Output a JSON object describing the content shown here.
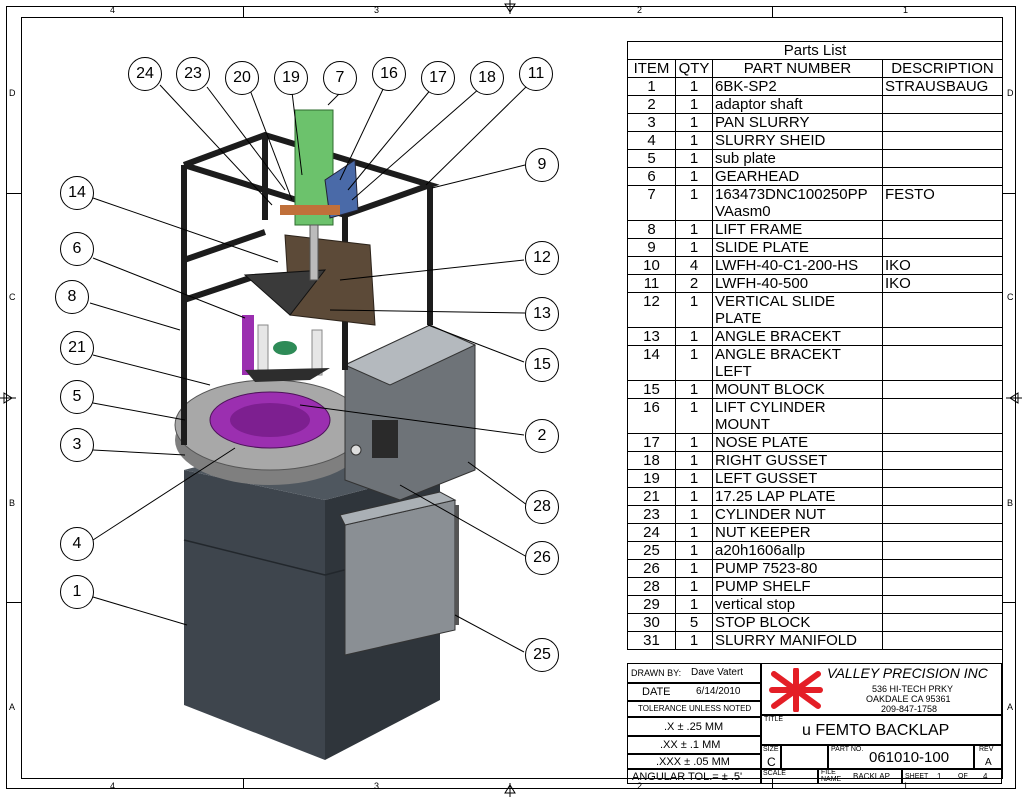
{
  "zones": {
    "top": [
      "4",
      "3",
      "2",
      "1"
    ],
    "bottom": [
      "4",
      "3",
      "2",
      "1"
    ],
    "left": [
      "D",
      "C",
      "B",
      "A"
    ],
    "right": [
      "D",
      "C",
      "B",
      "A"
    ]
  },
  "balloons": [
    "24",
    "23",
    "20",
    "19",
    "7",
    "16",
    "17",
    "18",
    "11",
    "9",
    "14",
    "6",
    "8",
    "21",
    "5",
    "3",
    "4",
    "1",
    "12",
    "13",
    "15",
    "2",
    "28",
    "26",
    "25"
  ],
  "parts_list": {
    "title": "Parts List",
    "headers": [
      "ITEM",
      "QTY",
      "PART NUMBER",
      "DESCRIPTION"
    ],
    "rows": [
      [
        "1",
        "1",
        "6BK-SP2",
        "STRAUSBAUG"
      ],
      [
        "2",
        "1",
        "adaptor shaft",
        ""
      ],
      [
        "3",
        "1",
        "PAN SLURRY",
        ""
      ],
      [
        "4",
        "1",
        "SLURRY SHEID",
        ""
      ],
      [
        "5",
        "1",
        "sub plate",
        ""
      ],
      [
        "6",
        "1",
        "GEARHEAD",
        ""
      ],
      [
        "7",
        "1",
        "163473DNC100250PP VAasm0",
        "FESTO"
      ],
      [
        "8",
        "1",
        "LIFT FRAME",
        ""
      ],
      [
        "9",
        "1",
        "SLIDE PLATE",
        ""
      ],
      [
        "10",
        "4",
        "LWFH-40-C1-200-HS",
        "IKO"
      ],
      [
        "11",
        "2",
        "LWFH-40-500",
        "IKO"
      ],
      [
        "12",
        "1",
        "VERTICAL SLIDE PLATE",
        ""
      ],
      [
        "13",
        "1",
        "ANGLE BRACEKT",
        ""
      ],
      [
        "14",
        "1",
        "ANGLE BRACEKT LEFT",
        ""
      ],
      [
        "15",
        "1",
        "MOUNT BLOCK",
        ""
      ],
      [
        "16",
        "1",
        "LIFT CYLINDER MOUNT",
        ""
      ],
      [
        "17",
        "1",
        "NOSE PLATE",
        ""
      ],
      [
        "18",
        "1",
        "RIGHT GUSSET",
        ""
      ],
      [
        "19",
        "1",
        "LEFT GUSSET",
        ""
      ],
      [
        "21",
        "1",
        "17.25 LAP PLATE",
        ""
      ],
      [
        "23",
        "1",
        "CYLINDER NUT",
        ""
      ],
      [
        "24",
        "1",
        "NUT KEEPER",
        ""
      ],
      [
        "25",
        "1",
        "a20h1606allp",
        ""
      ],
      [
        "26",
        "1",
        "PUMP 7523-80",
        ""
      ],
      [
        "28",
        "1",
        "PUMP SHELF",
        ""
      ],
      [
        "29",
        "1",
        "vertical stop",
        ""
      ],
      [
        "30",
        "5",
        "STOP BLOCK",
        ""
      ],
      [
        "31",
        "1",
        "SLURRY MANIFOLD",
        ""
      ]
    ]
  },
  "title_block": {
    "drawn_by_label": "DRAWN BY:",
    "drawn_by": "Dave Vatert",
    "date_label": "DATE",
    "date": "6/14/2010",
    "tolerance_label": "TOLERANCE UNLESS NOTED",
    "tol_x": ".X ± .25 MM",
    "tol_xx": ".XX ± .1 MM",
    "tol_xxx": ".XXX ± .05 MM",
    "tol_angular": "ANGULAR TOL.= ± .5'",
    "company": "VALLEY PRECISION INC",
    "address1": "536 HI-TECH PRKY",
    "address2": "OAKDALE CA 95361",
    "phone": "209-847-1758",
    "title_label": "TITLE",
    "title": "u FEMTO BACKLAP",
    "size_label": "SIZE",
    "size": "C",
    "part_no_label": "PART NO.",
    "part_no": "061010-100",
    "rev_label": "REV",
    "rev": "A",
    "scale_label": "SCALE",
    "file_label1": "FILE",
    "file_label2": "NAME",
    "file_name": "BACKLAP",
    "sheet_label": "SHEET",
    "sheet": "1",
    "of_label": "OF",
    "sheet_total": "4"
  },
  "colors": {
    "frame": "#1c1c1c",
    "cabinet": "#3a4149",
    "plate_gray": "#8f8f8f",
    "magenta": "#9b2fb0",
    "cylinder_green": "#6cc26c",
    "slide_brown": "#5c4a38",
    "logo_red": "#e41e26"
  }
}
